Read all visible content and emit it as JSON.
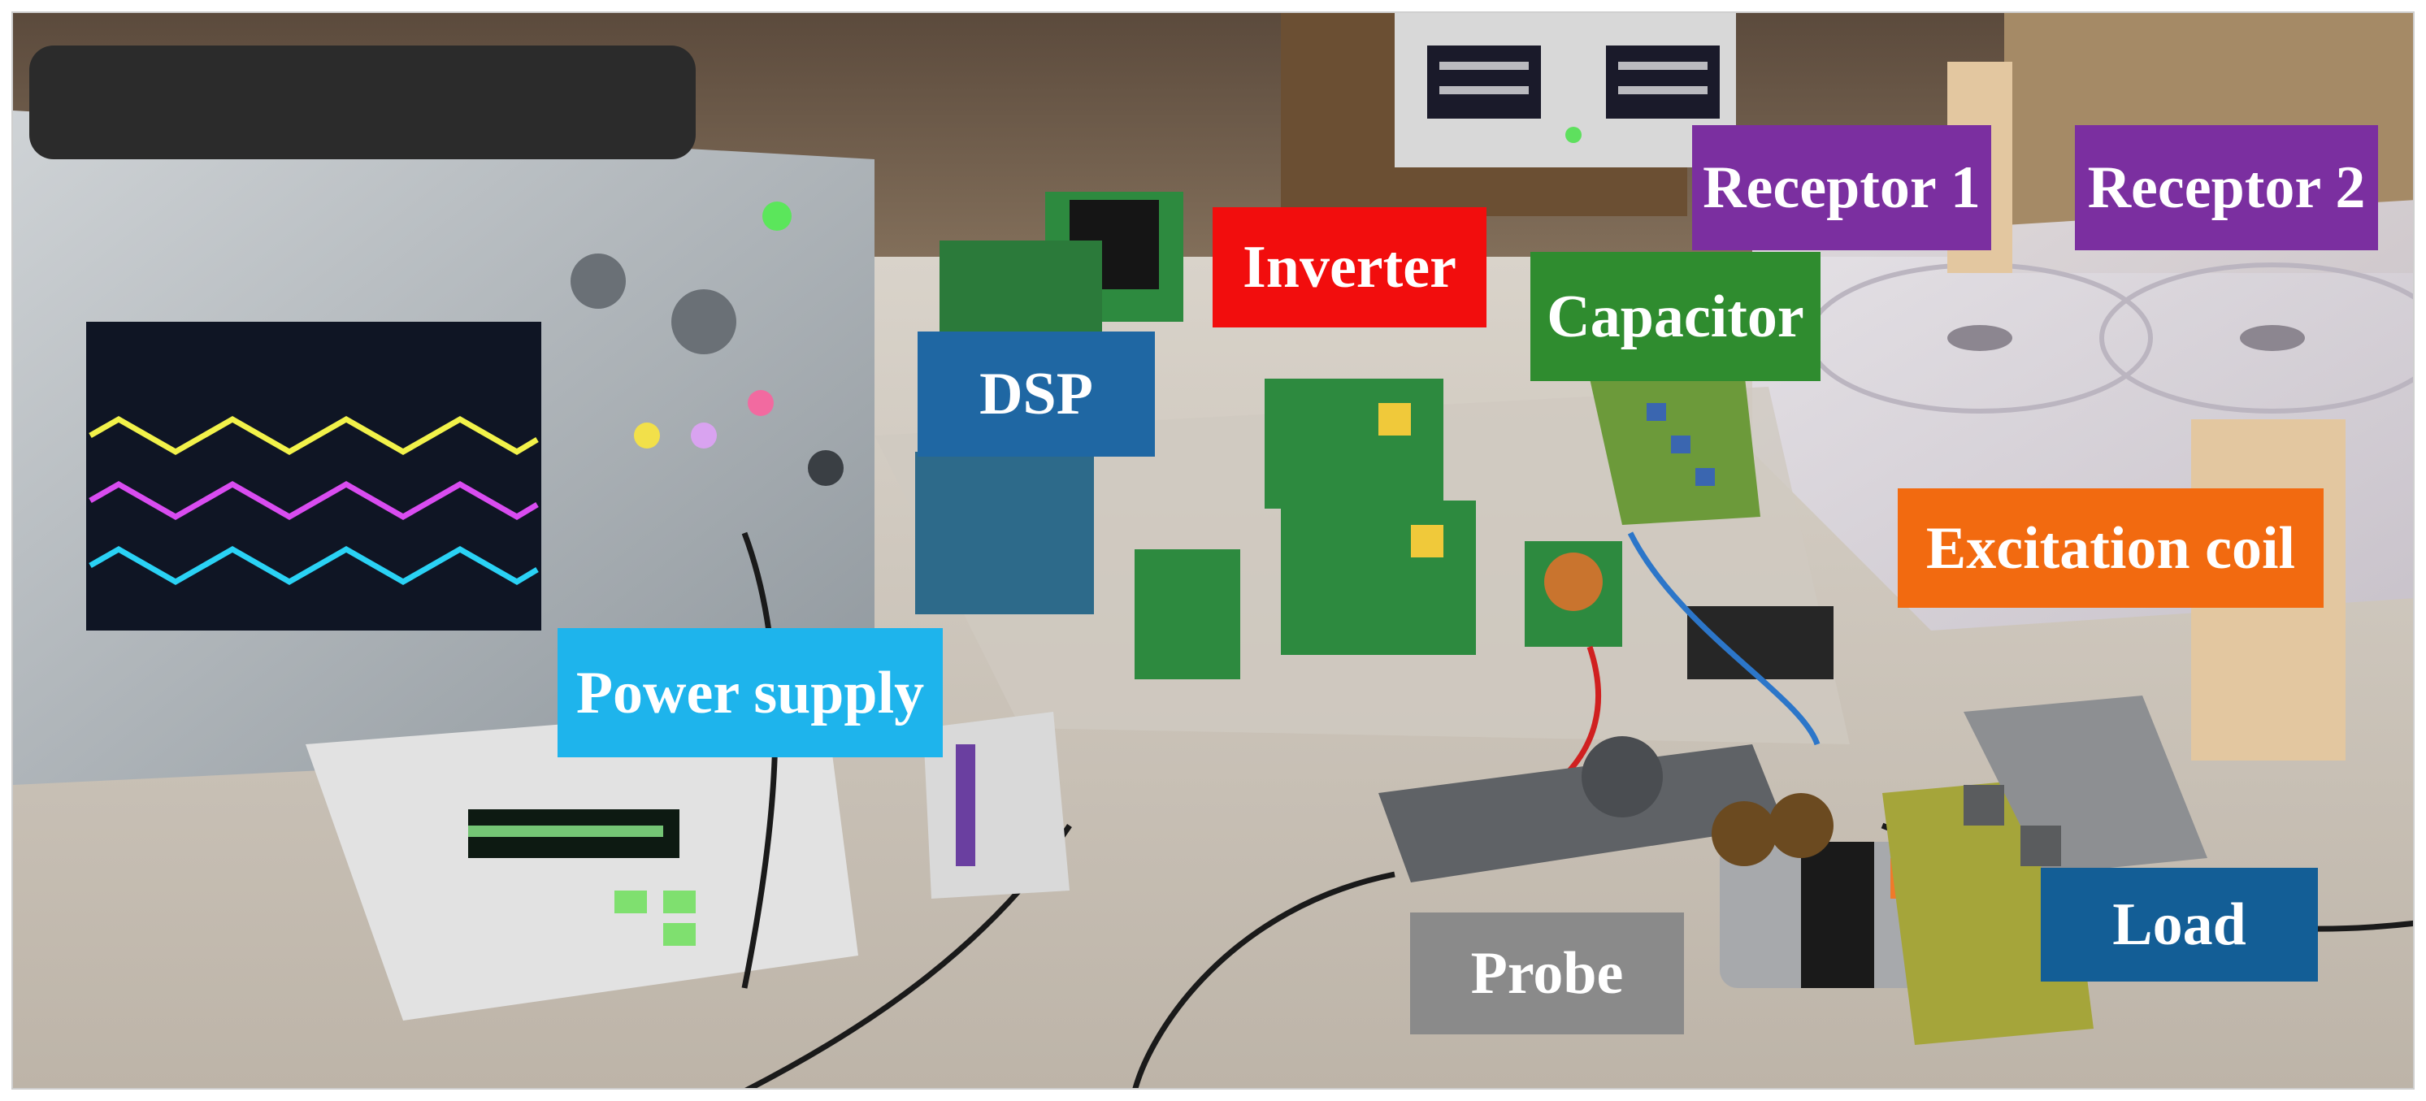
{
  "labels": {
    "inverter": "Inverter",
    "receptor_1": "Receptor 1",
    "receptor_2": "Receptor 2",
    "dsp": "DSP",
    "capacitor": "Capacitor",
    "excitation_coil": "Excitation coil",
    "power_supply": "Power supply",
    "probe": "Probe",
    "load": "Load"
  },
  "colors": {
    "inverter": "#f20d0d",
    "receptor": "#7b2fa0",
    "dsp": "#1f67a3",
    "capacitor": "#2f8c2f",
    "excitation_coil": "#f26a10",
    "power_supply": "#1eb4ec",
    "probe": "#8a8a8a",
    "load": "#135e96",
    "scope_trace_yellow": "#f2f24a",
    "scope_trace_magenta": "#d94cf0",
    "scope_trace_cyan": "#2ad2f5"
  }
}
